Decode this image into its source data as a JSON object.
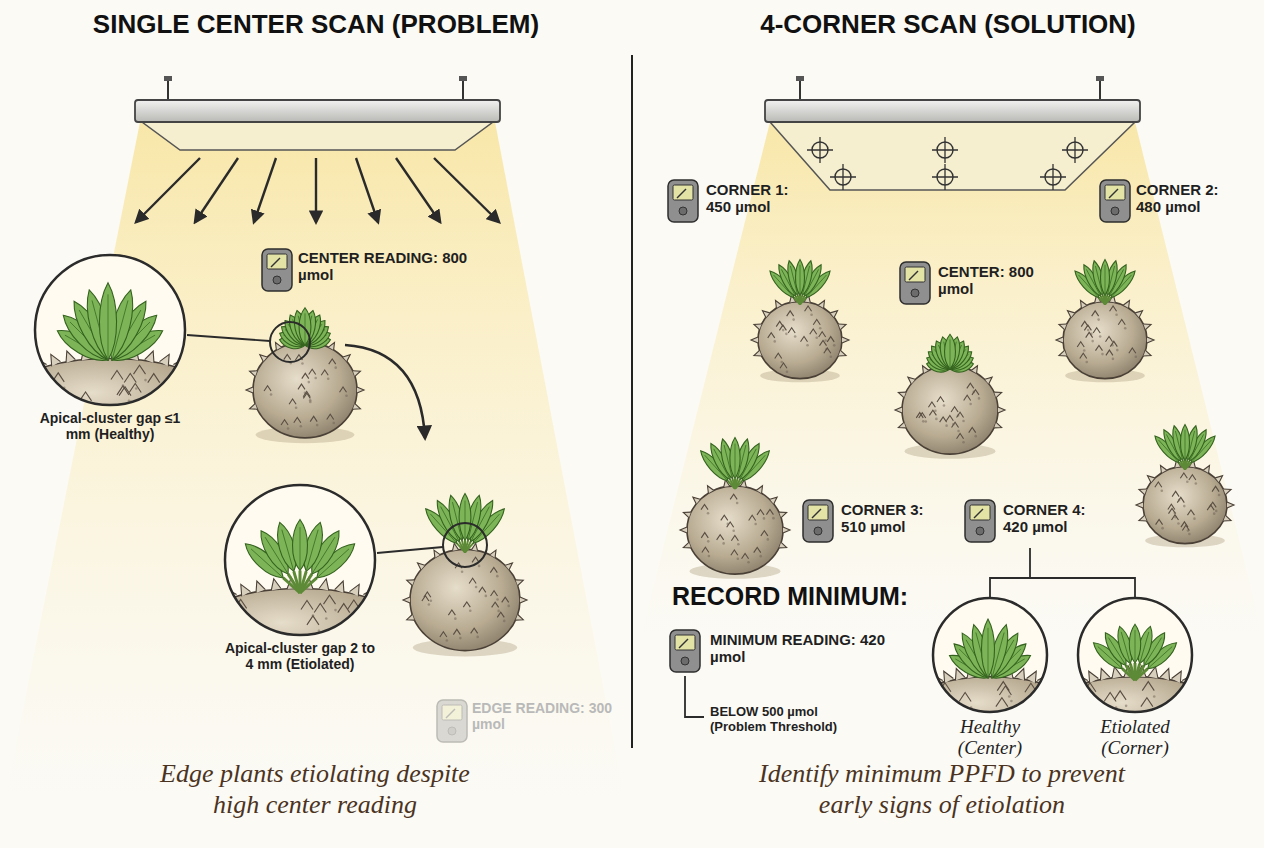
{
  "diagram": {
    "nodes": [
      {
        "text": [
          "Apical-cluster gap ≤1 mm (Healthy)"
        ]
      },
      {
        "text": [
          "Apical-cluster gap 2 to 4 mm (Etiolated)"
        ]
      },
      {
        "text": [
          "Healthy (Center)"
        ]
      },
      {
        "text": [
          "Etiolated (Corner)"
        ]
      }
    ],
    "labels": [
      "SINGLE CENTER SCAN (PROBLEM)",
      "CENTER READING: 800 µmol",
      "EDGE READING: 300 µmol",
      "Edge plants etiolating despite high center reading",
      "4-CORNER SCAN (SOLUTION)",
      "CORNER 1: 450 µmol",
      "CORNER 2: 480 µmol",
      "CENTER: 800 µmol",
      "CORNER 3: 510 µmol",
      "CORNER 4: 420 µmol",
      "RECORD MINIMUM:",
      "MINIMUM READING: 420 µmol",
      "BELOW 500 µmol (Problem Threshold)",
      "Identify minimum PPFD to prevent early signs of etiolation"
    ]
  }
}
